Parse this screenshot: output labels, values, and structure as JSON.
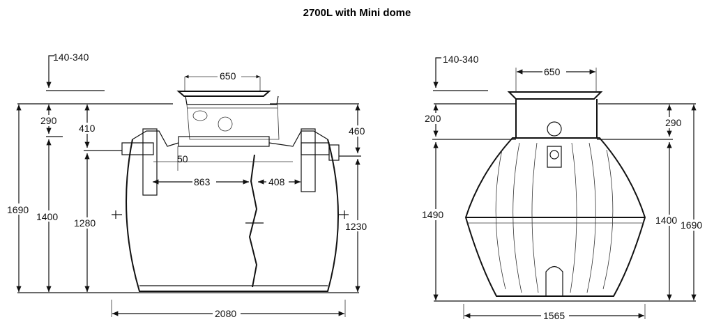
{
  "title": "2700L with Mini dome",
  "side_view": {
    "riser_range": "140-340",
    "dome_width": "650",
    "height_total": "1690",
    "height_body": "1400",
    "dome_to_top": "290",
    "inlet_depth": "410",
    "inlet_height": "1280",
    "outlet_depth": "460",
    "outlet_height": "1230",
    "inlet_drop": "50",
    "inlet_to_baffle": "863",
    "baffle_to_outlet": "408",
    "length": "2080"
  },
  "end_view": {
    "riser_range": "140-340",
    "dome_width": "650",
    "dome_height": "200",
    "dome_to_top": "290",
    "height_left": "1490",
    "height_body": "1400",
    "height_total": "1690",
    "width": "1565"
  }
}
